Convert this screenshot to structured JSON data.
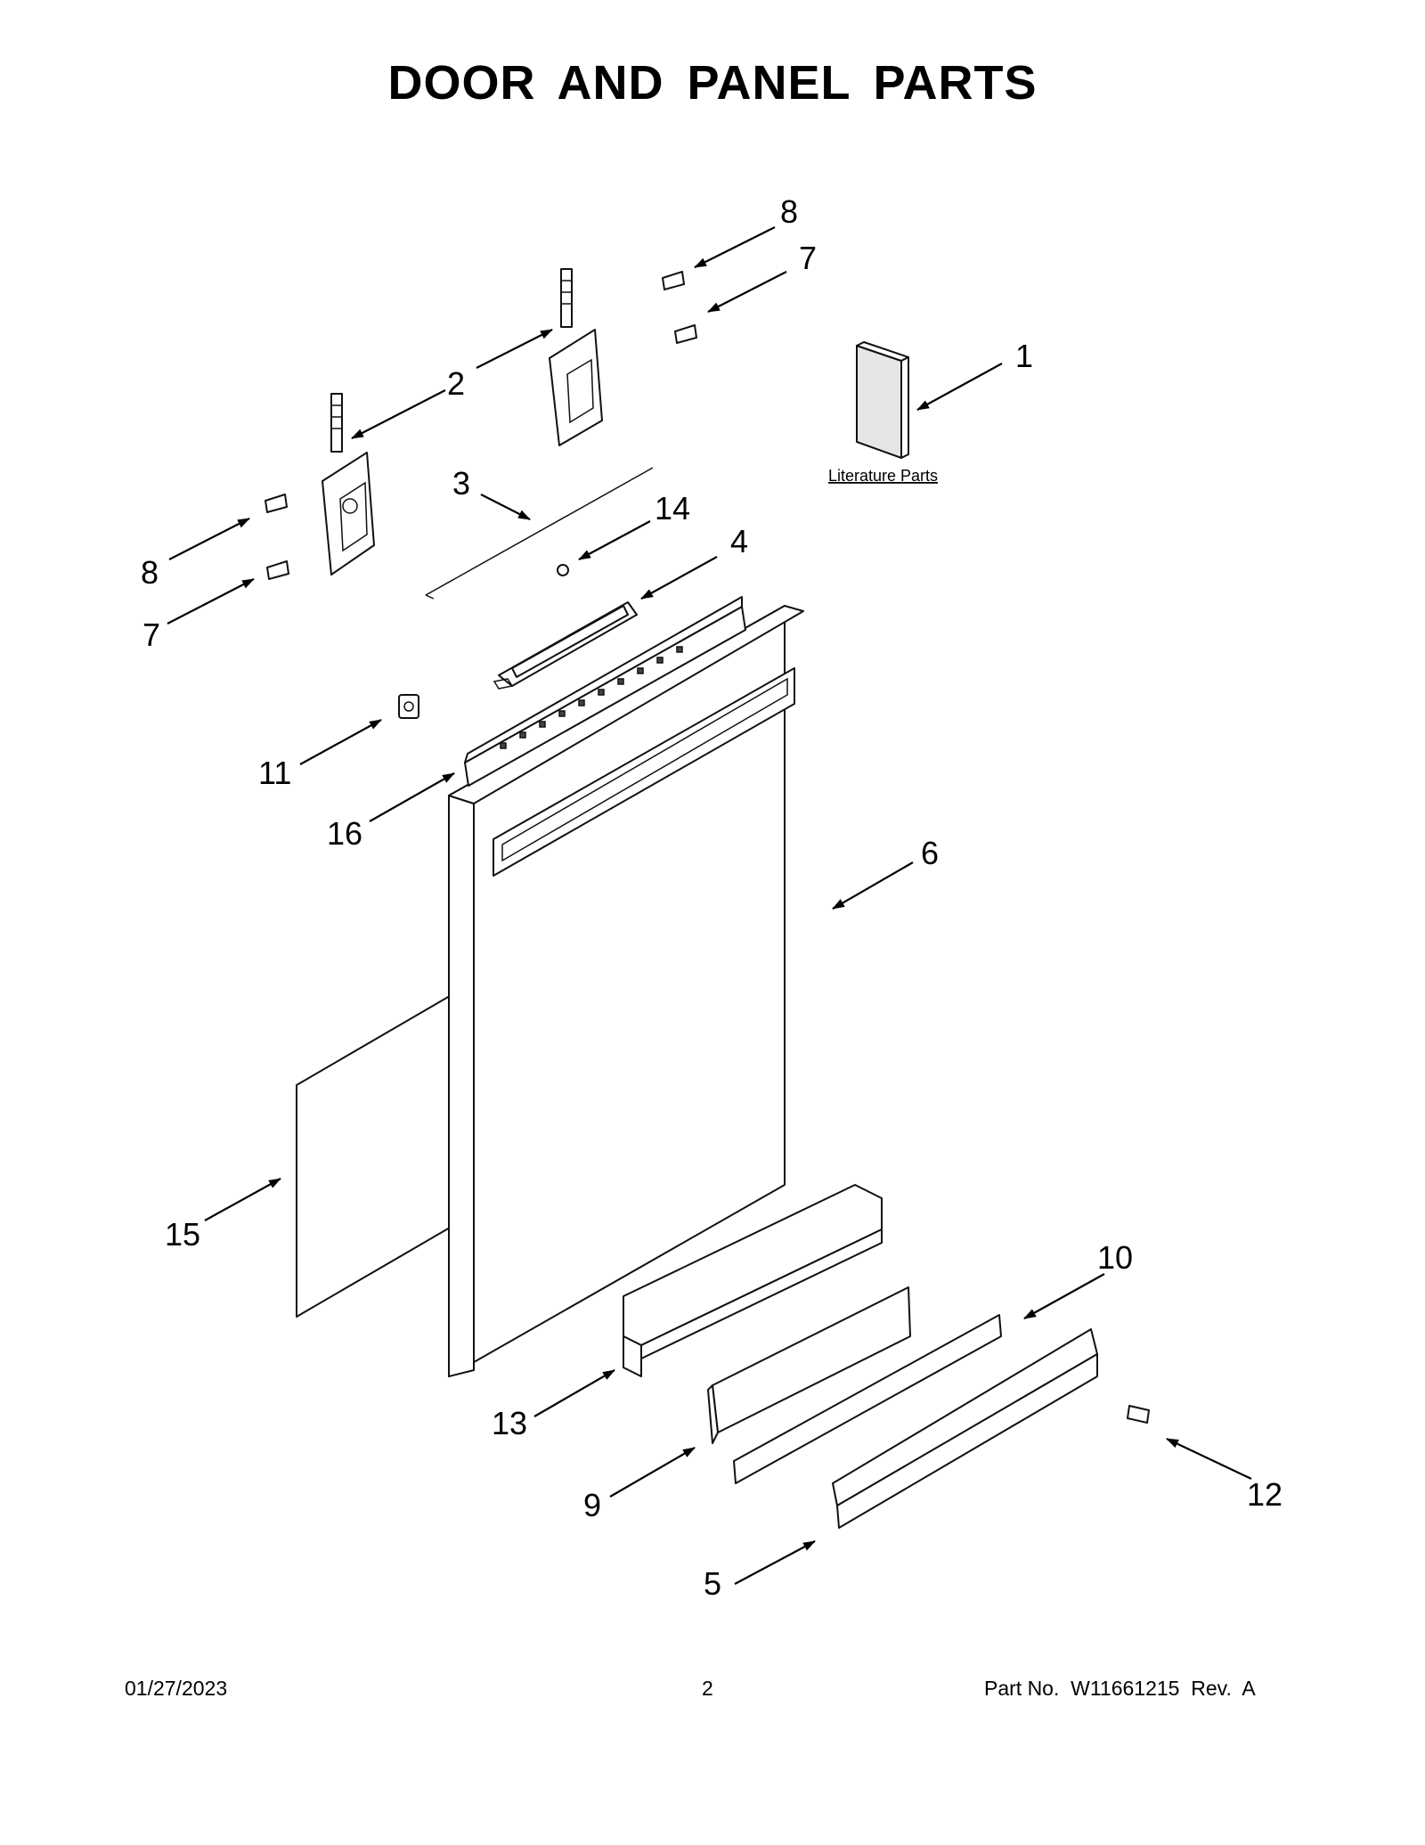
{
  "title": "DOOR AND PANEL PARTS",
  "literature_label": "Literature Parts",
  "callouts": [
    {
      "id": "c1",
      "label": "1"
    },
    {
      "id": "c2",
      "label": "2"
    },
    {
      "id": "c3",
      "label": "3"
    },
    {
      "id": "c4",
      "label": "4"
    },
    {
      "id": "c5",
      "label": "5"
    },
    {
      "id": "c6",
      "label": "6"
    },
    {
      "id": "c7a",
      "label": "7"
    },
    {
      "id": "c7b",
      "label": "7"
    },
    {
      "id": "c8a",
      "label": "8"
    },
    {
      "id": "c8b",
      "label": "8"
    },
    {
      "id": "c9",
      "label": "9"
    },
    {
      "id": "c10",
      "label": "10"
    },
    {
      "id": "c11",
      "label": "11"
    },
    {
      "id": "c12",
      "label": "12"
    },
    {
      "id": "c13",
      "label": "13"
    },
    {
      "id": "c14",
      "label": "14"
    },
    {
      "id": "c15",
      "label": "15"
    },
    {
      "id": "c16",
      "label": "16"
    }
  ],
  "footer": {
    "date": "01/27/2023",
    "page": "2",
    "part_no": "Part No.  W11661215  Rev.  A"
  }
}
